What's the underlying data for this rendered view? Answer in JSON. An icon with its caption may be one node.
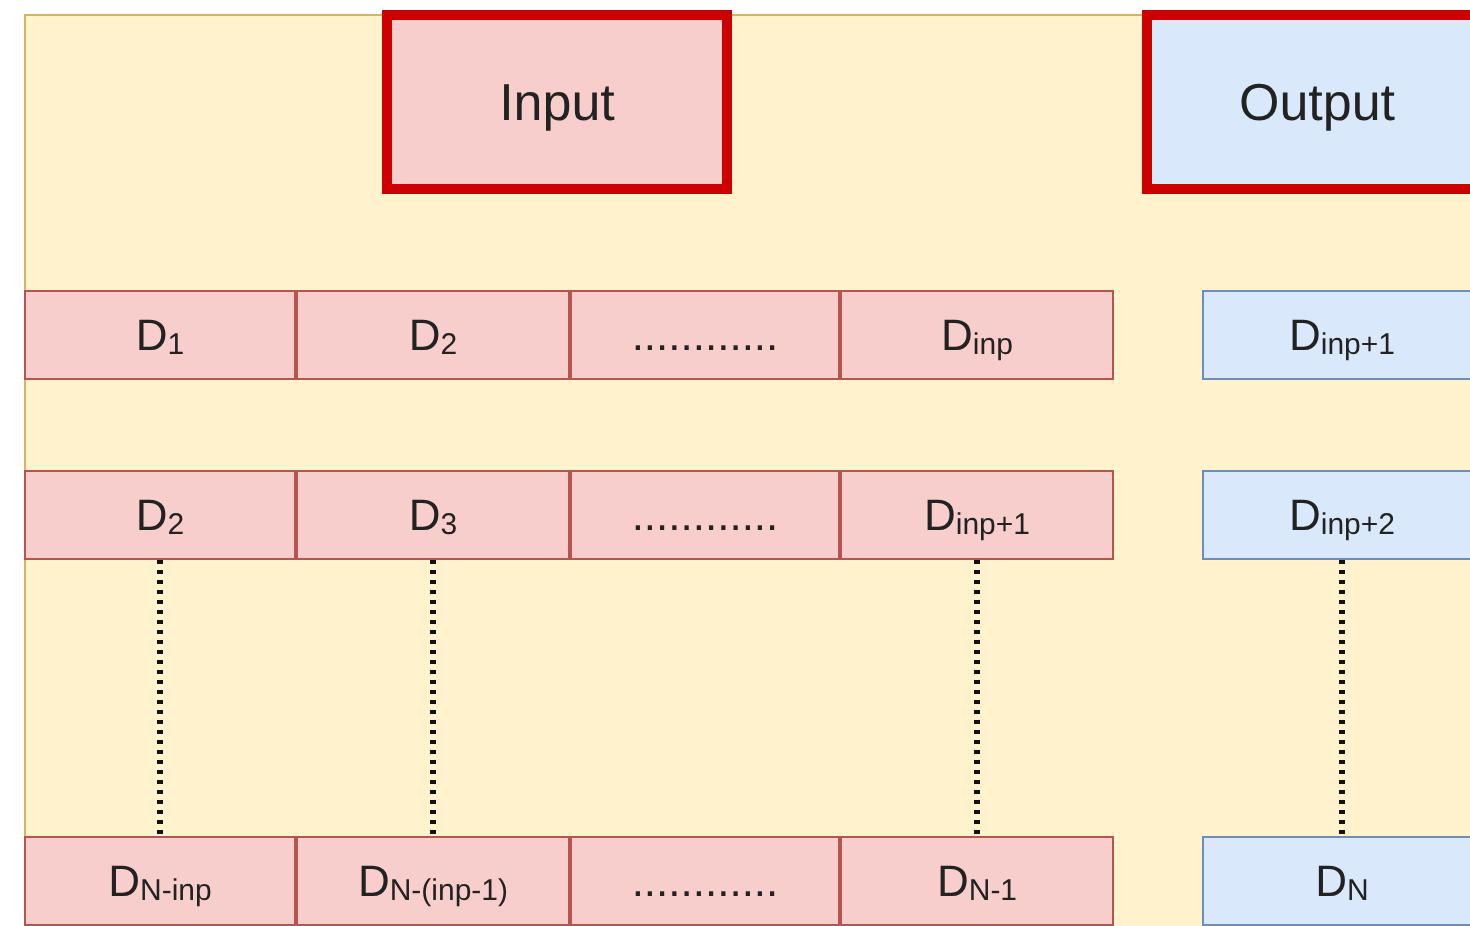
{
  "diagram": {
    "nodes": [
      {
        "text": [
          "Input"
        ]
      },
      {
        "text": [
          "Output"
        ]
      },
      {
        "text": [
          "D$_{1}$"
        ]
      },
      {
        "text": [
          "D$_{2}$"
        ]
      },
      {
        "text": [
          "............"
        ]
      },
      {
        "text": [
          "D$_{inp}$"
        ]
      },
      {
        "text": [
          "D$_{inp+1}$"
        ]
      },
      {
        "text": [
          "D$_{2}$"
        ]
      },
      {
        "text": [
          "D$_{3}$"
        ]
      },
      {
        "text": [
          "............"
        ]
      },
      {
        "text": [
          "D$_{inp+1}$"
        ]
      },
      {
        "text": [
          "D$_{inp+2}$"
        ]
      },
      {
        "text": [
          "D$_{N-inp}$"
        ]
      },
      {
        "text": [
          "D$_{N-(inp-1)}$"
        ]
      },
      {
        "text": [
          "............"
        ]
      },
      {
        "text": [
          "D$_{N-1}$"
        ]
      },
      {
        "text": [
          "D$_{N}$"
        ]
      }
    ],
    "edges": [
      {
        "from": 7,
        "to": 12,
        "arrow": "none",
        "style": "dashed"
      },
      {
        "from": 8,
        "to": 13,
        "arrow": "none",
        "style": "dashed"
      },
      {
        "from": 10,
        "to": 15,
        "arrow": "none",
        "style": "dashed"
      },
      {
        "from": 11,
        "to": 16,
        "arrow": "none",
        "style": "dashed"
      }
    ]
  }
}
